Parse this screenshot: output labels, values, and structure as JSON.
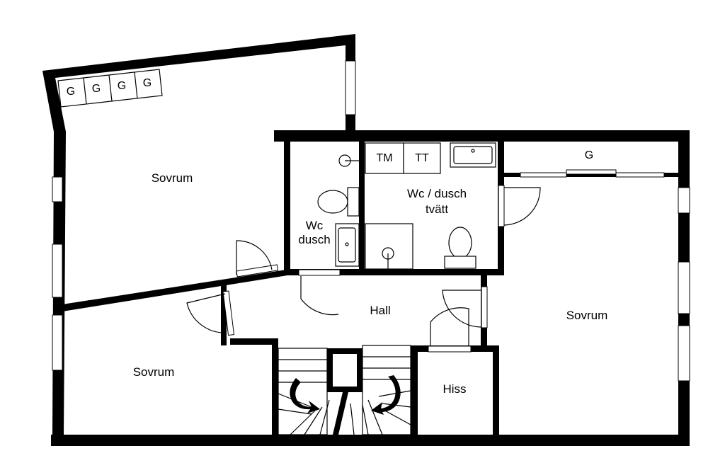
{
  "rooms": {
    "bedroom_top_left": "Sovrum",
    "bedroom_bottom_left": "Sovrum",
    "bedroom_right": "Sovrum",
    "hall": "Hall",
    "elevator": "Hiss",
    "wc_small_line1": "Wc",
    "wc_small_line2": "dusch",
    "wc_large_line1": "Wc / dusch",
    "wc_large_line2": "tvätt"
  },
  "fixtures": {
    "wardrobe_label": "G",
    "tm_label": "TM",
    "tt_label": "TT"
  }
}
